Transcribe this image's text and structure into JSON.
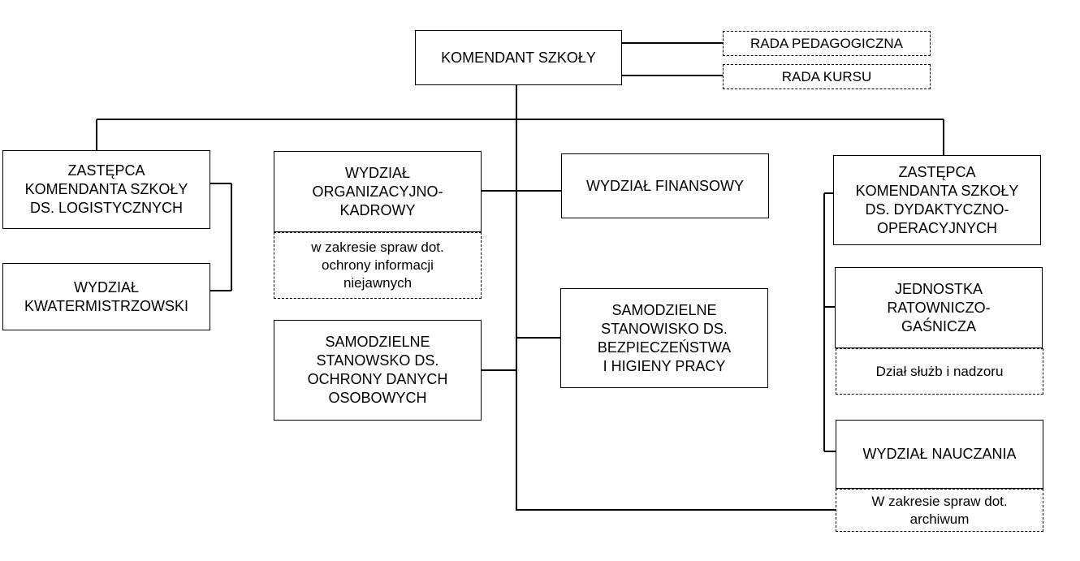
{
  "commander": "KOMENDANT SZKOŁY",
  "councils": {
    "pedagogical": "RADA PEDAGOGICZNA",
    "course": "RADA KURSU"
  },
  "logistics_deputy": "ZASTĘPCA\nKOMENDANTA SZKOŁY\nDS. LOGISTYCZNYCH",
  "quartermaster": "WYDZIAŁ\nKWATERMISTRZOWSKI",
  "org_personnel": "WYDZIAŁ\nORGANIZACYJNO-\nKADROWY",
  "classified_info": "w zakresie spraw dot.\nochrony informacji\nniejawnych",
  "data_protection": "SAMODZIELNE\nSTANOWSKO DS.\nOCHRONY DANYCH\nOSOBOWYCH",
  "finance": "WYDZIAŁ FINANSOWY",
  "ohs": "SAMODZIELNE\nSTANOWISKO DS.\nBEZPIECZEŃSTWA\nI HIGIENY PRACY",
  "didactic_deputy": "ZASTĘPCA\nKOMENDANTA SZKOŁY\nDS. DYDAKTYCZNO-\nOPERACYJNYCH",
  "rescue_unit": "JEDNOSTKA\nRATOWNICZO-\nGAŚNICZA",
  "services_dept": "Dział służb i nadzoru",
  "teaching": "WYDZIAŁ NAUCZANIA",
  "archive": "W zakresie spraw dot.\narchiwum"
}
